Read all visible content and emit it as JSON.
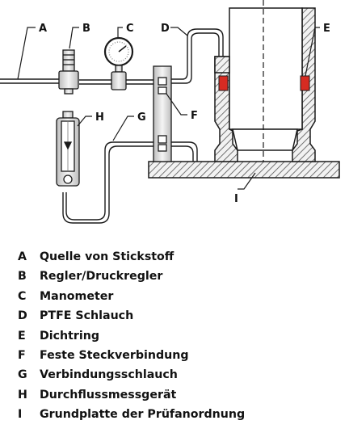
{
  "callouts": [
    "A",
    "B",
    "C",
    "D",
    "E",
    "F",
    "G",
    "H",
    "I"
  ],
  "legend": [
    {
      "letter": "A",
      "text": "Quelle von Stickstoff"
    },
    {
      "letter": "B",
      "text": "Regler/Druckregler"
    },
    {
      "letter": "C",
      "text": "Manometer"
    },
    {
      "letter": "D",
      "text": "PTFE Schlauch"
    },
    {
      "letter": "E",
      "text": "Dichtring"
    },
    {
      "letter": "F",
      "text": "Feste Steckverbindung"
    },
    {
      "letter": "G",
      "text": "Verbindungsschlauch"
    },
    {
      "letter": "H",
      "text": "Durchflussmessgerät"
    },
    {
      "letter": "I",
      "text": "Grundplatte der Prüfanordnung"
    }
  ],
  "colors": {
    "line": "#1a1a1a",
    "hatch": "#555555",
    "seal": "#d62b22",
    "metal": "#d8d8d8"
  }
}
